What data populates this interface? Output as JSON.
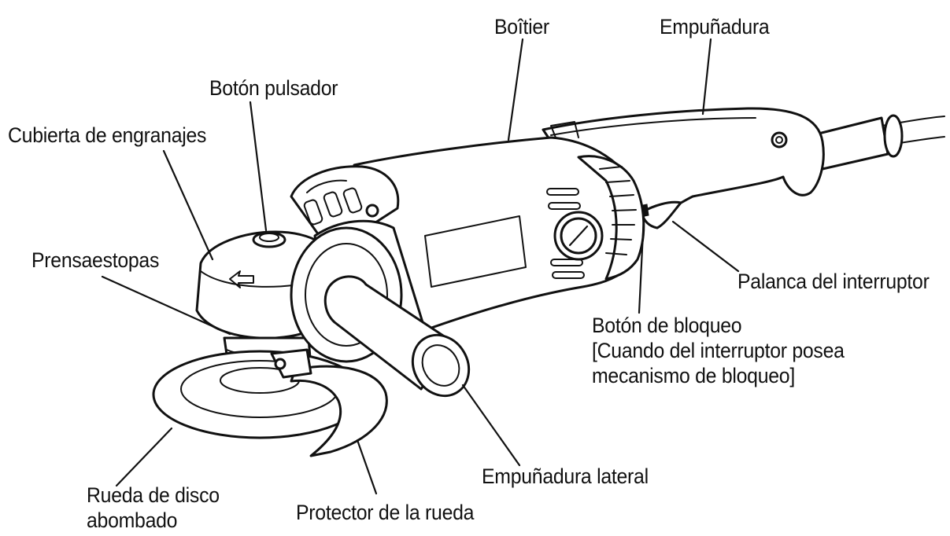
{
  "diagram": {
    "labels": {
      "boitier": "Boîtier",
      "empunadura": "Empuñadura",
      "boton_pulsador": "Botón pulsador",
      "cubierta": "Cubierta de engranajes",
      "prensaestopas": "Prensaestopas",
      "palanca": "Palanca del interruptor",
      "boton_bloqueo_1": "Botón de bloqueo",
      "boton_bloqueo_2": "[Cuando del interruptor posea",
      "boton_bloqueo_3": "mecanismo de bloqueo]",
      "empunadura_lateral": "Empuñadura lateral",
      "rueda_1": "Rueda de disco",
      "rueda_2": "abombado",
      "protector": "Protector de la rueda"
    }
  }
}
